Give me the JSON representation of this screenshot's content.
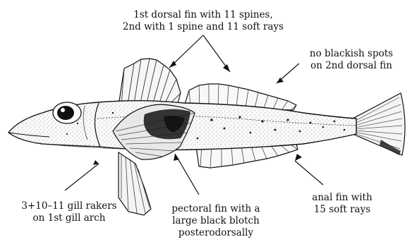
{
  "colors": {
    "ink": "#111111",
    "background": "#ffffff",
    "blotch": "#1a1a1a"
  },
  "labels": {
    "dorsal": {
      "line1": "1st dorsal fin with 11 spines,",
      "line2": "2nd with 1 spine and 11 soft rays"
    },
    "spots": {
      "line1": "no blackish spots",
      "line2": "on 2nd dorsal fin"
    },
    "anal": {
      "line1": "anal fin with",
      "line2": "15 soft rays"
    },
    "gill": {
      "line1": "3+10–11 gill rakers",
      "line2": "on 1st gill arch"
    },
    "pectoral": {
      "line1": "pectoral fin with a",
      "line2": "large black blotch",
      "line3": "posterodorsally"
    }
  }
}
